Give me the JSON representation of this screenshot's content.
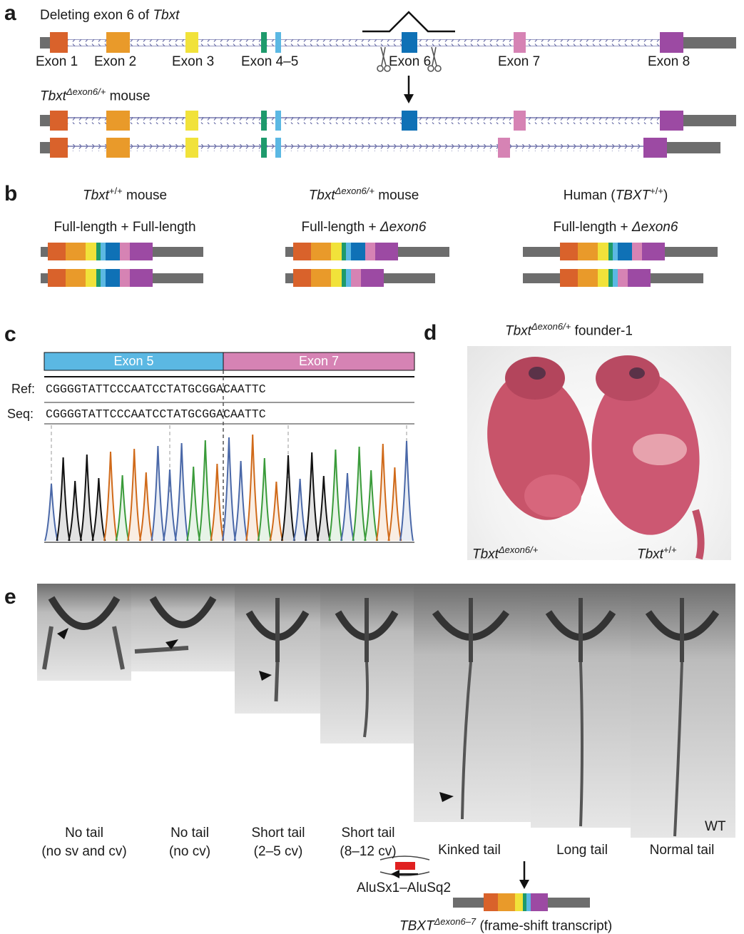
{
  "panel_a": {
    "label": "a",
    "title_prefix": "Deleting exon 6 of ",
    "title_gene": "Tbxt",
    "exon_labels": [
      "Exon 1",
      "Exon 2",
      "Exon 3",
      "Exon 4–5",
      "Exon 6",
      "Exon 7",
      "Exon 8"
    ],
    "mouse_label_gene": "Tbxt",
    "mouse_label_sup": "Δexon6/+",
    "mouse_label_suffix": " mouse"
  },
  "panel_b": {
    "label": "b",
    "groups": [
      {
        "title_gene": "Tbxt",
        "title_sup": "+/+",
        "title_suffix": " mouse",
        "sub_a": "Full-length + Full-length",
        "sub_b": ""
      },
      {
        "title_gene": "Tbxt",
        "title_sup": "Δexon6/+",
        "title_suffix": " mouse",
        "sub_a": "Full-length + ",
        "sub_b": "Δexon6"
      },
      {
        "title_prefix": "Human (",
        "title_gene": "TBXT",
        "title_sup": "+/+",
        "title_suffix": ")",
        "sub_a": "Full-length + ",
        "sub_b": "Δexon6"
      }
    ]
  },
  "panel_c": {
    "label": "c",
    "exon5": "Exon 5",
    "exon7": "Exon 7",
    "ref_label": "Ref:",
    "seq_label": "Seq:",
    "ref_seq": "CGGGGTATTCCCAATCCTATGCGGACAATTC",
    "seq_seq": "CGGGGTATTCCCAATCCTATGCGGACAATTC"
  },
  "panel_d": {
    "label": "d",
    "title_gene": "Tbxt",
    "title_sup": "Δexon6/+",
    "title_suffix": " founder-1",
    "left_gene": "Tbxt",
    "left_sup": "Δexon6/+",
    "right_gene": "Tbxt",
    "right_sup": "+/+"
  },
  "panel_e": {
    "label": "e",
    "phenotypes": [
      {
        "line1": "No tail",
        "line2": "(no sv and cv)"
      },
      {
        "line1": "No tail",
        "line2": "(no cv)"
      },
      {
        "line1": "Short tail",
        "line2": "(2–5 cv)"
      },
      {
        "line1": "Short tail",
        "line2": "(8–12 cv)"
      },
      {
        "line1": "Kinked tail",
        "line2": ""
      },
      {
        "line1": "Long tail",
        "line2": ""
      },
      {
        "line1": "Normal tail",
        "line2": ""
      }
    ],
    "wt_label": "WT",
    "alu_label": "AluSx1–AluSq2",
    "transcript_gene": "TBXT",
    "transcript_sup": "Δexon6–7",
    "transcript_suffix": " (frame-shift transcript)"
  },
  "colors": {
    "exon1": "#d9622b",
    "exon2": "#e99a2a",
    "exon3": "#f1e23a",
    "exon4": "#1e9a6c",
    "exon5": "#5bb8e3",
    "exon6": "#0f71b6",
    "exon7": "#d683b4",
    "exon8": "#9c4aa3",
    "utr": "#6d6d6d",
    "intron": "#6b6fa8",
    "trace_a": "#3a9b3a",
    "trace_c": "#4a68a8",
    "trace_g": "#111111",
    "trace_t": "#d06a1a",
    "exon5_bar": "#5bb8e3",
    "exon7_bar": "#d683b4",
    "alu": "#e02020"
  }
}
